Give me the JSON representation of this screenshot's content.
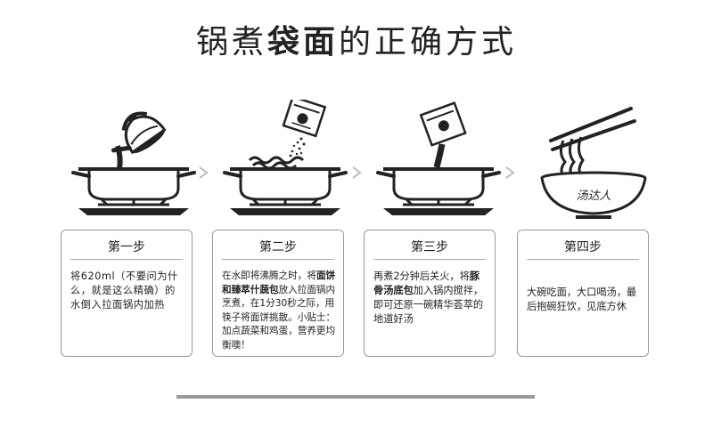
{
  "title": {
    "pre": "锅煮",
    "bold": "袋面",
    "post": "的正确方式"
  },
  "steps": [
    {
      "heading": "第一步",
      "text": "将620ml（不要问为什么，就是这么精确）的水倒入拉面锅内加热"
    },
    {
      "heading": "第二步",
      "text_a": "在水即将沸腾之时，将",
      "bold": "面饼和臻萃什蔬包",
      "text_b": "放入拉面锅内烹煮，在1分30秒之际，用筷子将面饼挑散。小贴士：加点蔬菜和鸡蛋，营养更均衡噢！"
    },
    {
      "heading": "第三步",
      "text_a": "再煮2分钟后关火，将",
      "bold": "豚骨汤底包",
      "text_b": "加入锅内搅拌，即可还原一碗精华荟萃的地道好汤"
    },
    {
      "heading": "第四步",
      "text": "大碗吃面，大口喝汤，最后抱碗狂饮，见底方休"
    }
  ],
  "bowl_logo": "汤达人"
}
